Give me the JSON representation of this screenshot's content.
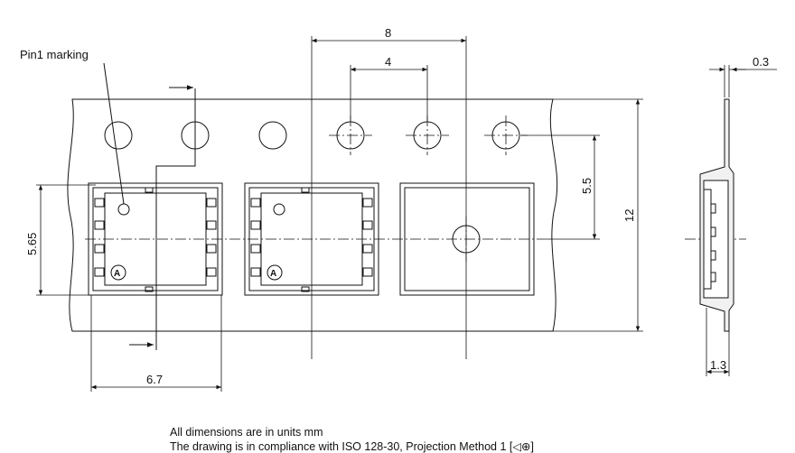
{
  "labels": {
    "pin1_marking": "Pin1 marking"
  },
  "dimensions": {
    "pitch_8": "8",
    "pitch_4": "4",
    "thickness_0_3": "0.3",
    "offset_5_5": "5.5",
    "width_12": "12",
    "pocket_5_65": "5.65",
    "pocket_6_7": "6.7",
    "depth_1_3": "1.3"
  },
  "package_mark": "A",
  "notes": {
    "line1": "All dimensions are in units mm",
    "line2": "The drawing is in compliance with ISO 128-30, Projection Method 1 [◁⊕]"
  }
}
